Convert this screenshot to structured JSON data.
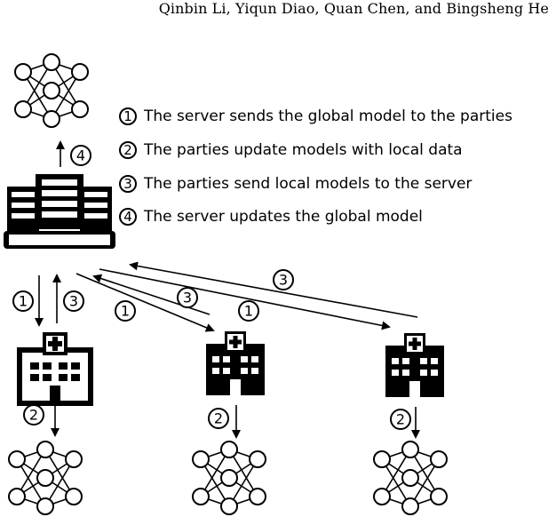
{
  "header": {
    "authors": "Qinbin Li, Yiqun Diao, Quan Chen, and Bingsheng He"
  },
  "legend": [
    {
      "num": "1",
      "text": "The server sends the global model to the parties"
    },
    {
      "num": "2",
      "text": "The parties update models with local data"
    },
    {
      "num": "3",
      "text": "The parties send local models to the server"
    },
    {
      "num": "4",
      "text": "The server updates the global model"
    }
  ],
  "steps": {
    "server_update": "4",
    "left_down": "1",
    "left_up": "3",
    "mid_down": "1",
    "mid_up": "3",
    "right_down": "1",
    "right_up": "3",
    "party1_update": "2",
    "party2_update": "2",
    "party3_update": "2"
  },
  "icons": {
    "global_model": "neural-network-icon",
    "server": "server-rack-icon",
    "party": "hospital-icon",
    "local_model": "neural-network-icon"
  }
}
